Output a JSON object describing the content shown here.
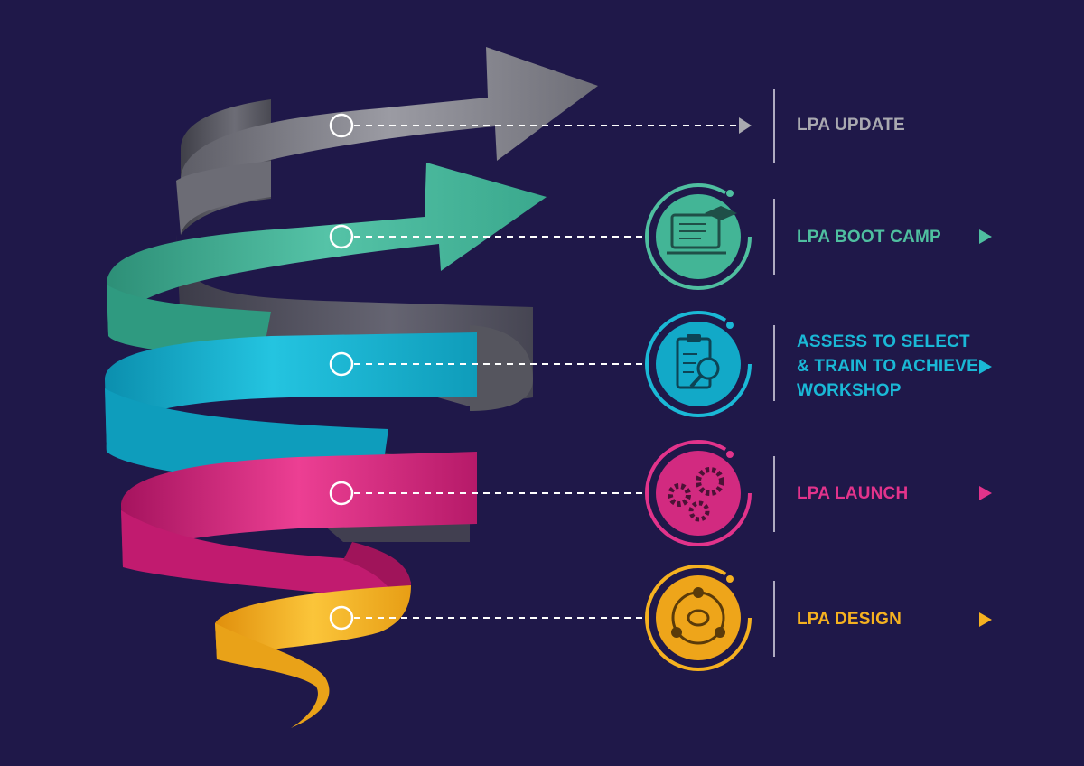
{
  "steps": [
    {
      "id": "update",
      "label": "LPA UPDATE",
      "color": "#a9a9b0",
      "icon": "none"
    },
    {
      "id": "bootcamp",
      "label": "LPA BOOT CAMP",
      "color": "#4fbfa0",
      "icon": "laptop-graduation-cap-icon"
    },
    {
      "id": "assess",
      "label": "ASSESS TO SELECT\n& TRAIN TO ACHIEVE\nWORKSHOP",
      "color": "#1ab8d6",
      "icon": "clipboard-magnifier-icon"
    },
    {
      "id": "launch",
      "label": "LPA LAUNCH",
      "color": "#e2338b",
      "icon": "gears-icon"
    },
    {
      "id": "design",
      "label": "LPA DESIGN",
      "color": "#f5b120",
      "icon": "team-discussion-icon"
    }
  ],
  "colors": {
    "background": "#1f1849",
    "ribbon_gray": "#8a8a92",
    "ribbon_teal": "#3fae92",
    "ribbon_cyan": "#14b4d2",
    "ribbon_magenta": "#d8237f",
    "ribbon_yellow": "#f4b01e"
  }
}
